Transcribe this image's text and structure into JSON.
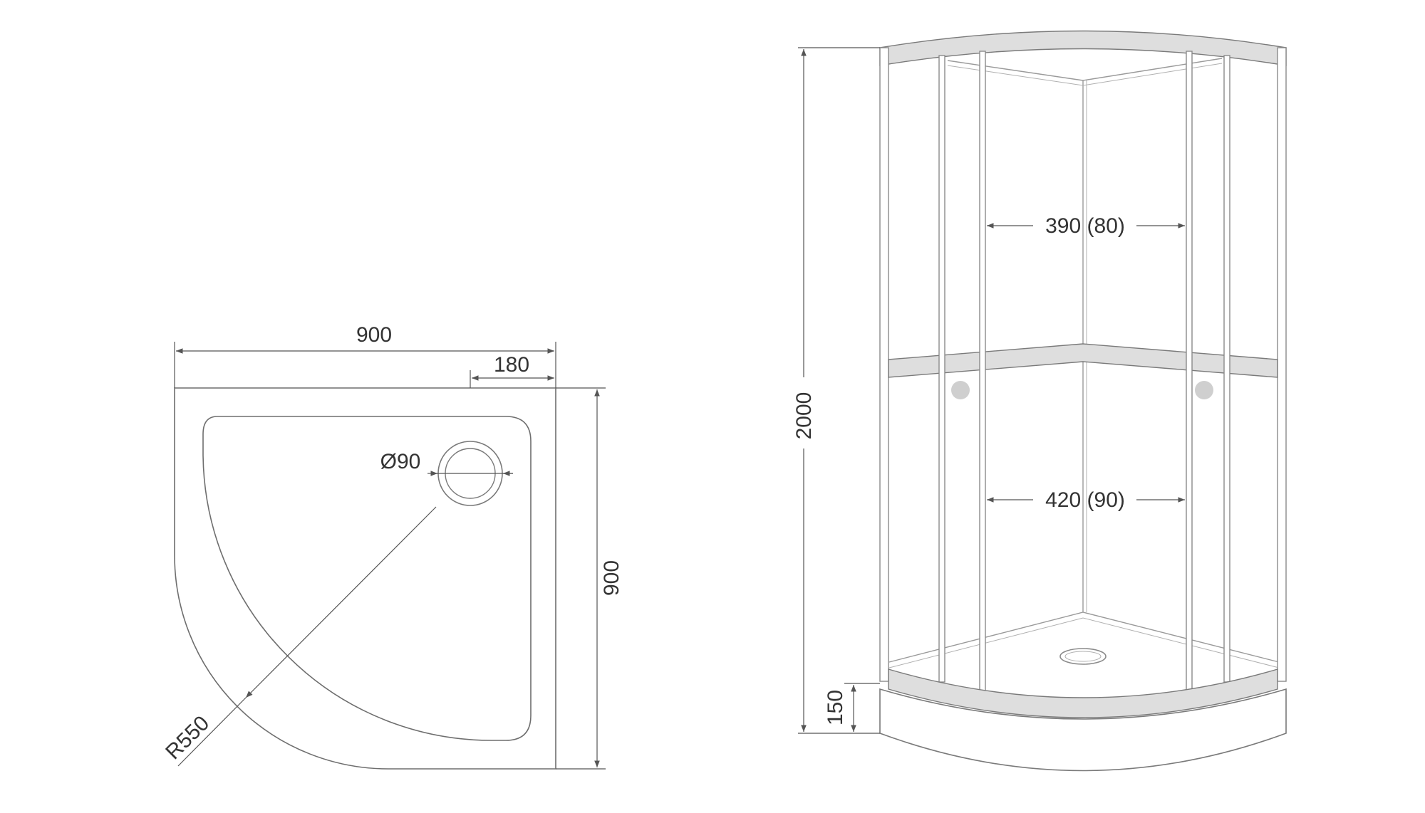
{
  "tray_plan": {
    "width_label": "900",
    "drain_offset_label": "180",
    "drain_diameter_label": "Ø90",
    "depth_label": "900",
    "radius_label": "R550"
  },
  "cabin_front": {
    "height_label": "2000",
    "tray_height_label": "150",
    "upper_opening_label": "390 (80)",
    "lower_opening_label": "420 (90)"
  },
  "colors": {
    "line": "#6e6e6e",
    "band_fill": "#dedede",
    "handle_fill": "#cfcfcf",
    "text": "#333333"
  }
}
